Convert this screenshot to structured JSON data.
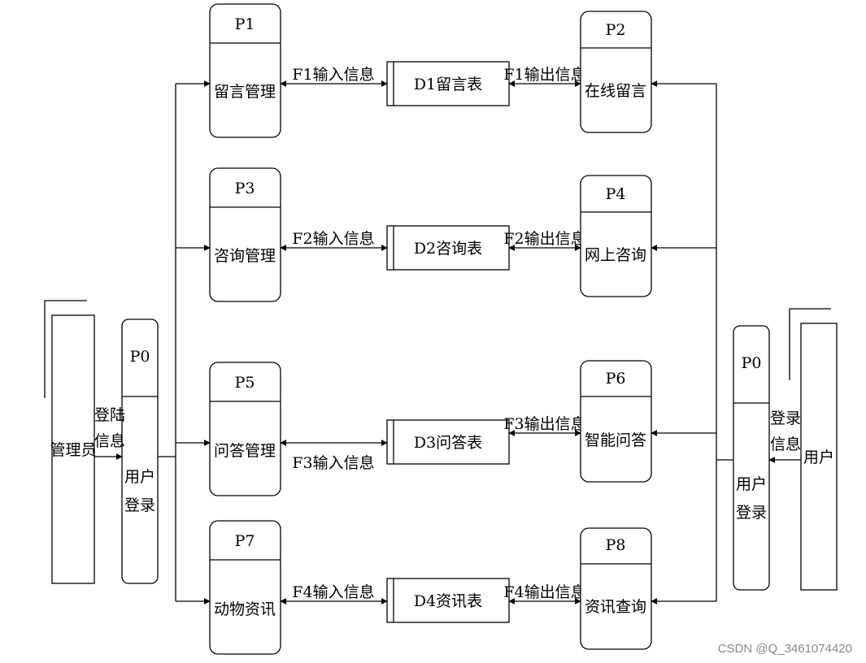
{
  "colors": {
    "line": "#000000",
    "background": "#ffffff",
    "watermark": "#888888"
  },
  "entities": {
    "admin": "管理员",
    "user": "用户"
  },
  "login_left": {
    "id": "P0",
    "label_line1": "用户",
    "label_line2": "登录",
    "flow_line1": "登陆",
    "flow_line2": "信息"
  },
  "login_right": {
    "id": "P0",
    "label_line1": "用户",
    "label_line2": "登录",
    "flow_line1": "登录",
    "flow_line2": "信息"
  },
  "processes": {
    "p1": {
      "id": "P1",
      "label": "留言管理"
    },
    "p2": {
      "id": "P2",
      "label": "在线留言"
    },
    "p3": {
      "id": "P3",
      "label": "咨询管理"
    },
    "p4": {
      "id": "P4",
      "label": "网上咨询"
    },
    "p5": {
      "id": "P5",
      "label": "问答管理"
    },
    "p6": {
      "id": "P6",
      "label": "智能问答"
    },
    "p7": {
      "id": "P7",
      "label": "动物资讯"
    },
    "p8": {
      "id": "P8",
      "label": "资讯查询"
    }
  },
  "stores": {
    "d1": "D1留言表",
    "d2": "D2咨询表",
    "d3": "D3问答表",
    "d4": "D4资讯表"
  },
  "flows": {
    "f1_in": "F1输入信息",
    "f1_out": "F1输出信息",
    "f2_in": "F2输入信息",
    "f2_out": "F2输出信息",
    "f3_in": "F3输入信息",
    "f3_out": "F3输出信息",
    "f4_in": "F4输入信息",
    "f4_out": "F4输出信息"
  },
  "watermark": "CSDN @Q_3461074420"
}
